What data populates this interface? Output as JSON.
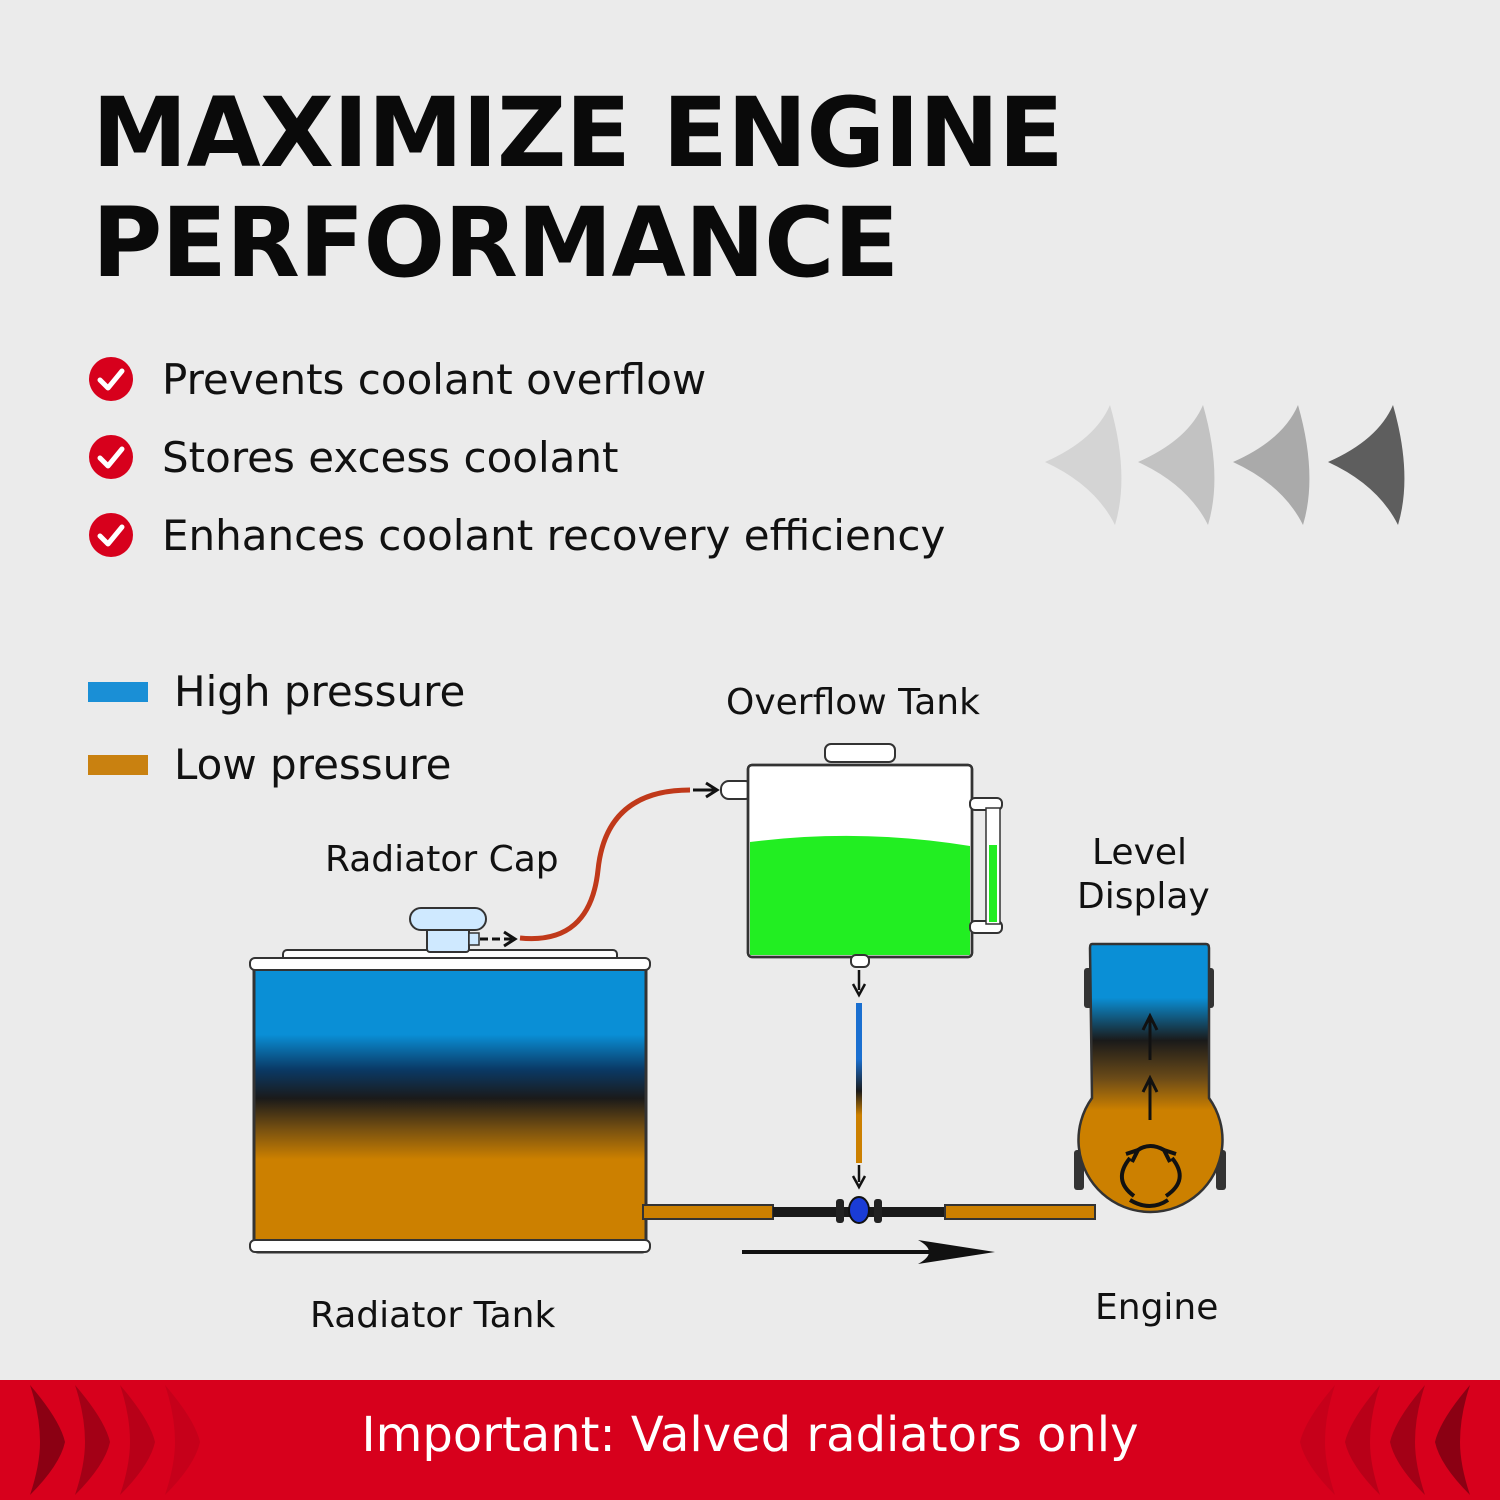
{
  "title": {
    "line1": "MAXIMIZE ENGINE",
    "line2": "PERFORMANCE"
  },
  "features": [
    "Prevents coolant overflow",
    "Stores excess coolant",
    "Enhances coolant recovery efficiency"
  ],
  "legend": [
    {
      "label": "High pressure",
      "color": "#1a8fd6"
    },
    {
      "label": "Low pressure",
      "color": "#c98110"
    }
  ],
  "diagram": {
    "overflow_tank": "Overflow Tank",
    "radiator_cap": "Radiator Cap",
    "level_display": [
      "Level",
      "Display"
    ],
    "radiator_tank": "Radiator Tank",
    "engine": "Engine"
  },
  "footer": {
    "text": "Important: Valved radiators only"
  },
  "colors": {
    "accent_red": "#d7001c",
    "coolant_green": "#22ee22",
    "hose_red": "#c0391a",
    "background": "#ebebeb"
  }
}
